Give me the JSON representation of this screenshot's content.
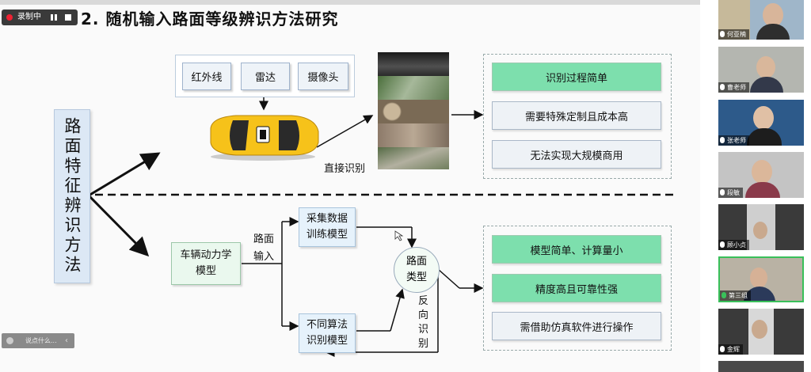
{
  "recording": {
    "label": "录制中"
  },
  "slide": {
    "title": "2.  随机输入路面等级辨识方法研究",
    "main_box": "路面特征辨识方法",
    "sensors": [
      "红外线",
      "雷达",
      "摄像头"
    ],
    "direct_label": "直接识别",
    "top_results": [
      "识别过程简单",
      "需要特殊定制且成本高",
      "无法实现大规模商用"
    ],
    "vehicle_model": "车辆动力学模型",
    "road_input_label": "路面输入",
    "collect_box": "采集数据训练模型",
    "algo_box": "不同算法识别模型",
    "road_type": "路面类型",
    "reverse_label": "反向识别",
    "bottom_results": [
      "模型简单、计算量小",
      "精度高且可靠性强",
      "需借助仿真软件进行操作"
    ]
  },
  "chat": {
    "placeholder": "说点什么..."
  },
  "participants": [
    {
      "name": "何亚楠"
    },
    {
      "name": "曹老师"
    },
    {
      "name": "张老师"
    },
    {
      "name": "段敏"
    },
    {
      "name": "顾小贞"
    },
    {
      "name": "第三组"
    },
    {
      "name": "金辉"
    }
  ],
  "colors": {
    "accent_green": "#7ddfad",
    "panel_gray": "#eef2f6",
    "speaker_border": "#39c05a"
  }
}
